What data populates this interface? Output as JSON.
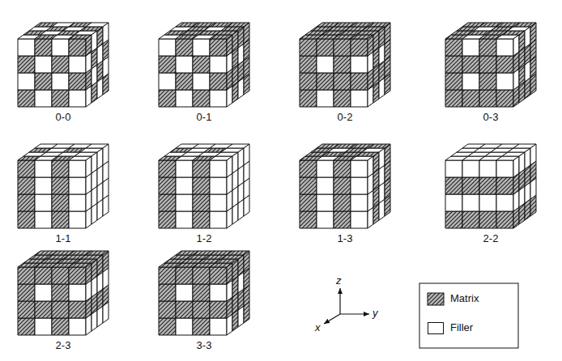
{
  "diagram": {
    "labels": [
      "0-0",
      "0-1",
      "0-2",
      "0-3",
      "1-1",
      "1-2",
      "1-3",
      "2-2",
      "2-3",
      "3-3",
      "z",
      "y",
      "x"
    ],
    "legend": [
      {
        "text": "Matrix"
      },
      {
        "text": "Filler",
        "color": "#ffffff"
      }
    ]
  }
}
